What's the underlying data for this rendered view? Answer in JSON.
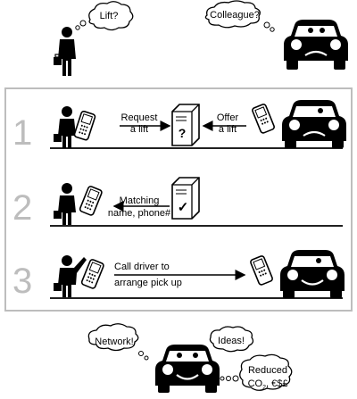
{
  "top": {
    "pedestrian_thought": "Lift?",
    "driver_thought": "Colleague?"
  },
  "steps": [
    {
      "number": "1",
      "request_line1": "Request",
      "request_line2": "a lift",
      "offer_line1": "Offer",
      "offer_line2": "a lift",
      "server_symbol": "?"
    },
    {
      "number": "2",
      "match_line1": "Matching",
      "match_line2": "name, phone#",
      "server_symbol": "✓"
    },
    {
      "number": "3",
      "call_line1": "Call driver to",
      "call_line2": "arrange pick up"
    }
  ],
  "bottom": {
    "network_thought": "Network!",
    "ideas_thought": "Ideas!",
    "reduced_line1": "Reduced",
    "reduced_co2": "CO",
    "reduced_co2_sub": "2",
    "reduced_money": ", €$£"
  },
  "colors": {
    "panel_border": "#bdbdbd",
    "step_number": "#bdbdbd",
    "ink": "#000000"
  }
}
